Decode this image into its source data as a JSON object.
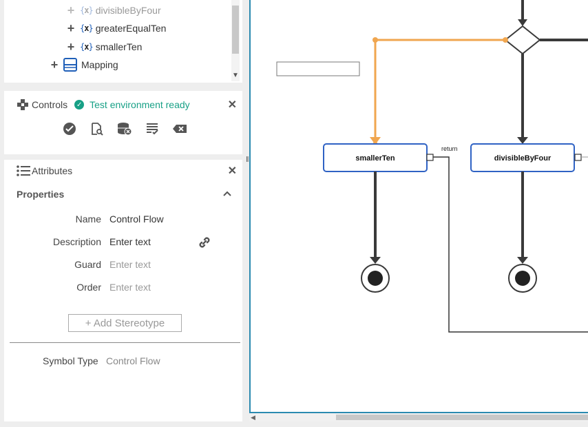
{
  "tree": {
    "items": [
      {
        "label": "divisibleByFour",
        "icon": "variable-icon",
        "faded": true
      },
      {
        "label": "greaterEqualTen",
        "icon": "variable-icon"
      },
      {
        "label": "smallerTen",
        "icon": "variable-icon"
      },
      {
        "label": "Mapping",
        "icon": "mapping-icon"
      }
    ],
    "var_glyph_open": "{",
    "var_glyph_mid": "x",
    "var_glyph_close": "}"
  },
  "controls": {
    "title": "Controls",
    "status": "Test environment ready",
    "status_color": "#17a086",
    "tools": [
      "run-check-icon",
      "inspect-icon",
      "database-clear-icon",
      "list-check-icon",
      "tag-clear-icon"
    ]
  },
  "attributes": {
    "title": "Attributes",
    "section": "Properties",
    "properties": [
      {
        "label": "Name",
        "value": "Control Flow",
        "is_placeholder": false
      },
      {
        "label": "Description",
        "value": "Enter text",
        "is_placeholder": true
      },
      {
        "label": "Guard",
        "value": "Enter text",
        "is_placeholder": true
      },
      {
        "label": "Order",
        "value": "Enter text",
        "is_placeholder": true
      }
    ],
    "add_stereotype": "+ Add Stereotype",
    "symbol_type_label": "Symbol Type",
    "symbol_type_value": "Control Flow"
  },
  "diagram": {
    "nodes": [
      {
        "id": "smallerTen",
        "label": "smallerTen"
      },
      {
        "id": "divisibleByFour",
        "label": "divisibleByFour"
      }
    ],
    "edge_label": "return",
    "selected_edge_color": "#f0a64f",
    "node_border_color": "#2f62c4",
    "edge_color": "#3a3a3a"
  }
}
